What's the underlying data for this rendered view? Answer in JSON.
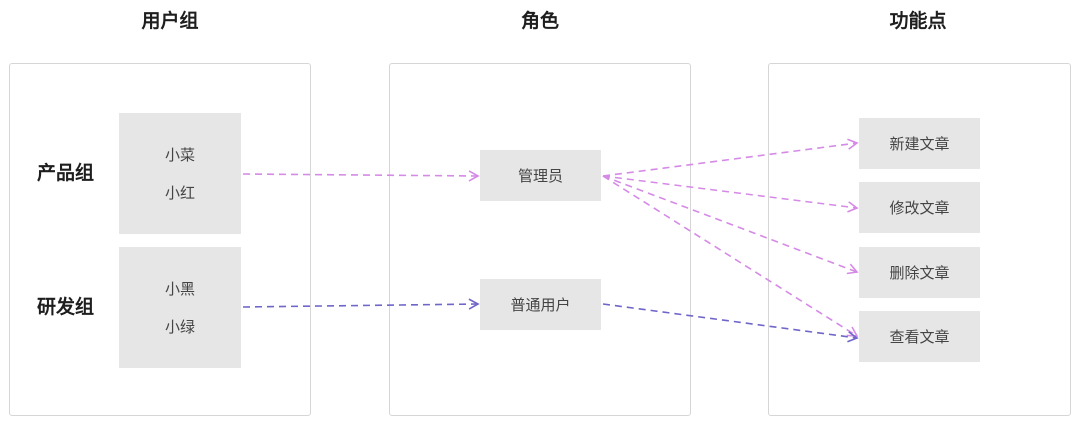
{
  "columns": {
    "users_title": "用户组",
    "roles_title": "角色",
    "functions_title": "功能点"
  },
  "user_groups": [
    {
      "label": "产品组",
      "members": [
        "小菜",
        "小红"
      ]
    },
    {
      "label": "研发组",
      "members": [
        "小黑",
        "小绿"
      ]
    }
  ],
  "roles": [
    {
      "label": "管理员"
    },
    {
      "label": "普通用户"
    }
  ],
  "functions": [
    {
      "label": "新建文章"
    },
    {
      "label": "修改文章"
    },
    {
      "label": "删除文章"
    },
    {
      "label": "查看文章"
    }
  ],
  "colors": {
    "admin_link": "#d58ae6",
    "user_link": "#6f66c9",
    "box_fill": "#e6e6e6",
    "panel_border": "#d6d6d6"
  },
  "connections": [
    {
      "from": "产品组",
      "to": "管理员"
    },
    {
      "from": "研发组",
      "to": "普通用户"
    },
    {
      "from": "管理员",
      "to": "新建文章"
    },
    {
      "from": "管理员",
      "to": "修改文章"
    },
    {
      "from": "管理员",
      "to": "删除文章"
    },
    {
      "from": "管理员",
      "to": "查看文章"
    },
    {
      "from": "普通用户",
      "to": "查看文章"
    }
  ]
}
